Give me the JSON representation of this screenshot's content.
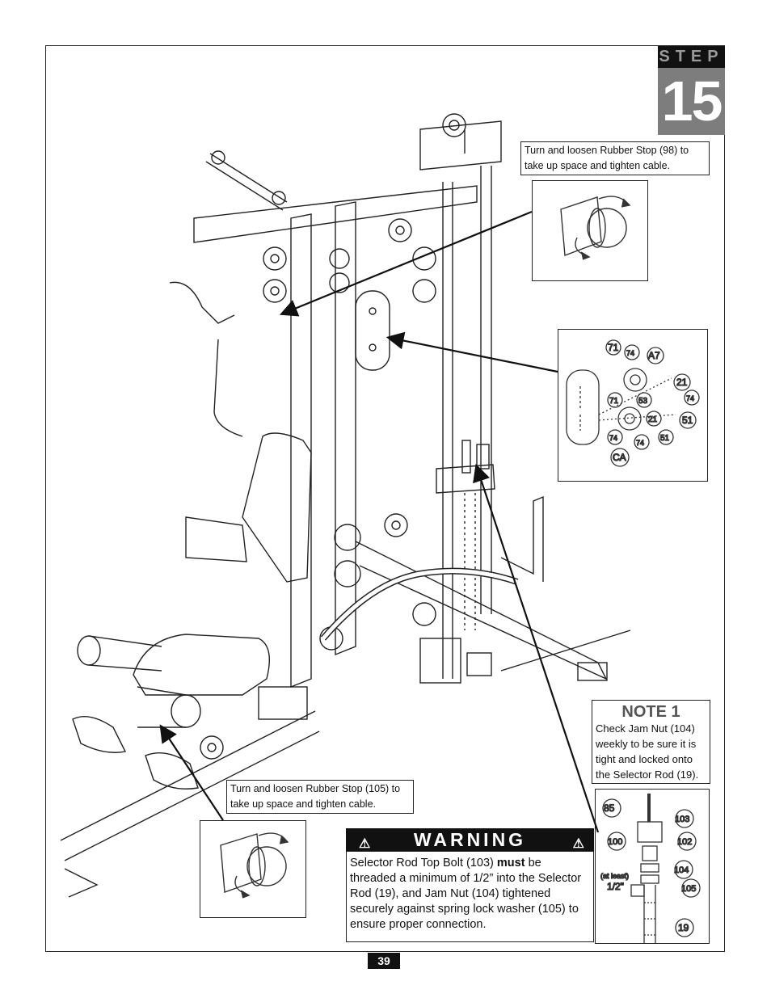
{
  "step": {
    "word": "STEP",
    "number": "15"
  },
  "callouts": {
    "top_right": "Turn and loosen Rubber Stop (98) to take up space and tighten cable.",
    "bottom_left": "Turn and loosen Rubber Stop (105) to take up space and tighten cable."
  },
  "note": {
    "title": "NOTE 1",
    "body": "Check Jam Nut (104) weekly to be sure it is tight and locked onto the Selector Rod (19)."
  },
  "warning": {
    "title": "WARNING",
    "text_before": "Selector Rod Top Bolt (103) ",
    "text_bold": "must",
    "text_after": " be threaded a minimum of 1/2” into the Selector Rod (19), and Jam Nut (104) tightened securely against spring lock washer (105) to ensure proper connection."
  },
  "pulley_labels": [
    "71",
    "74",
    "A7",
    "21",
    "74",
    "71",
    "53",
    "21",
    "51",
    "74",
    "74",
    "51",
    "CA"
  ],
  "rod_labels": [
    "85",
    "103",
    "100",
    "102",
    "104",
    "105",
    "19"
  ],
  "rod_note": {
    "top": "(at least)",
    "value": "1/2\""
  },
  "page_number": "39",
  "colors": {
    "step_bg": "#7d7d7d",
    "bar_bg": "#111111"
  }
}
